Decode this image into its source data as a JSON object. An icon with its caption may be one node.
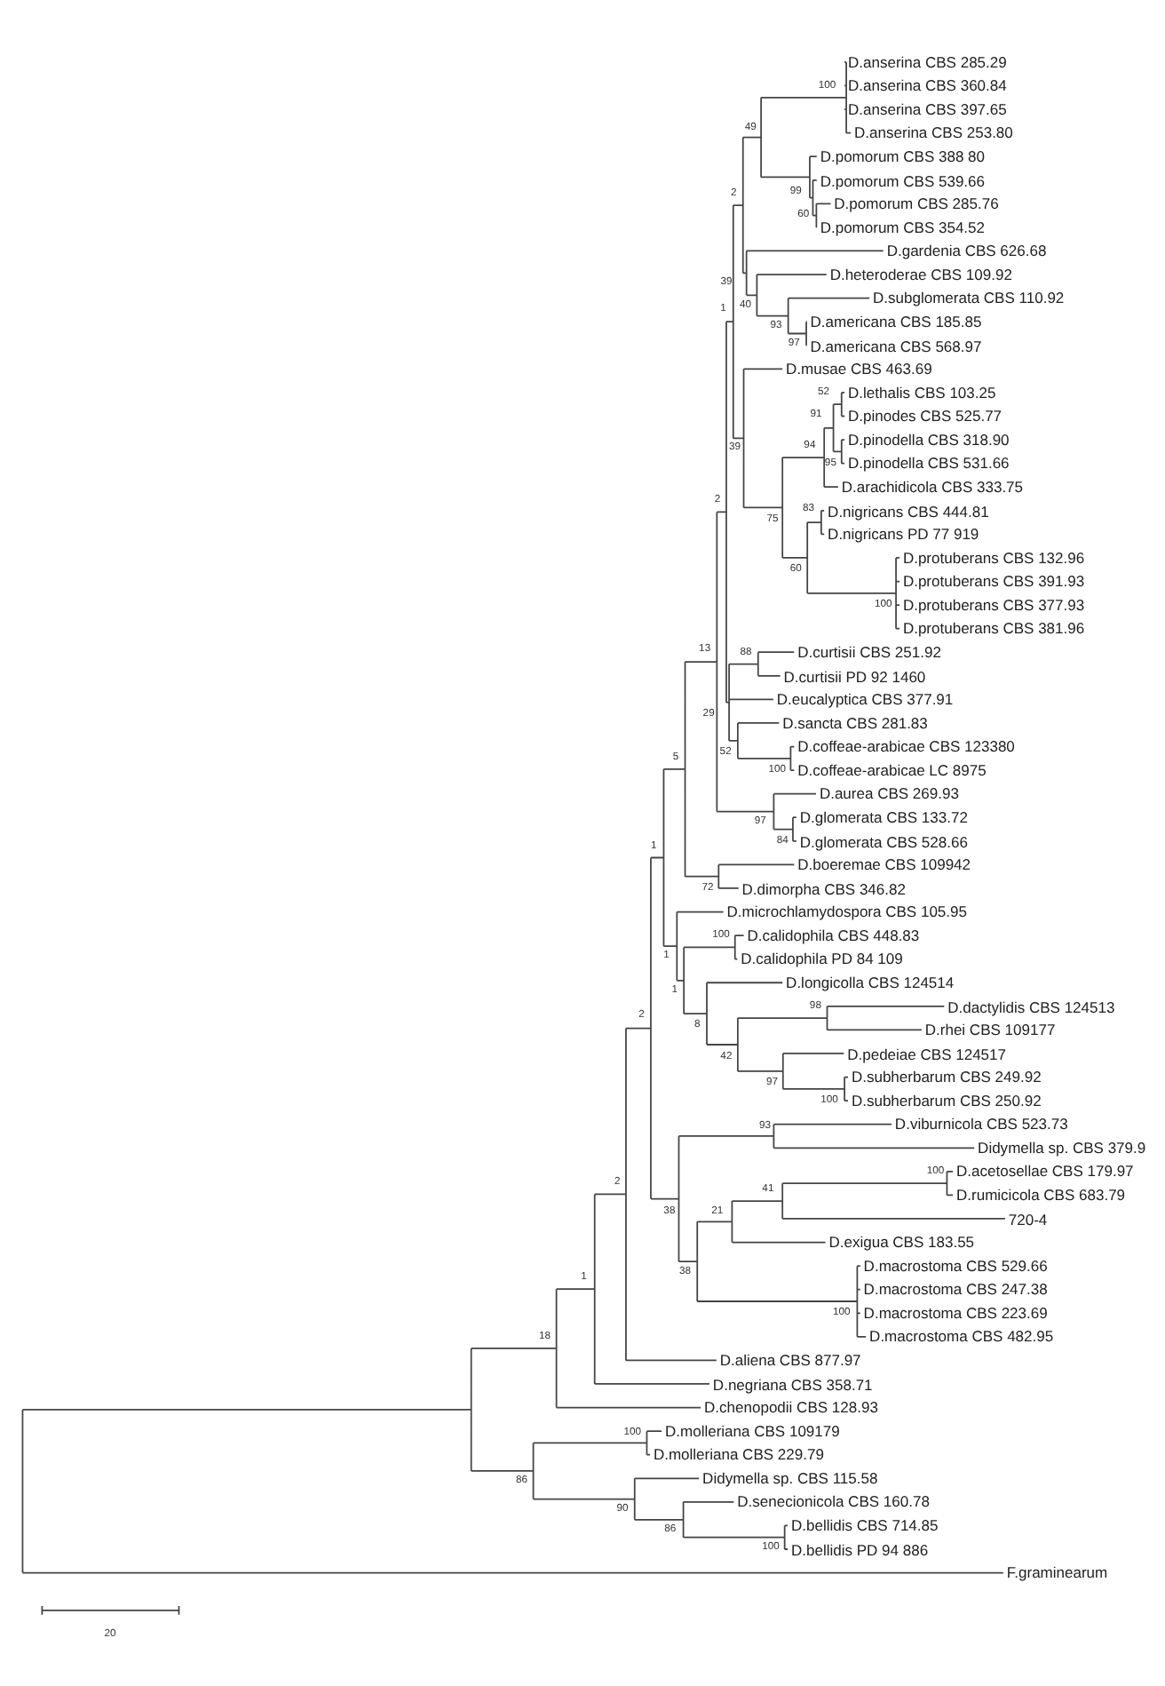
{
  "diagram": {
    "labels": [
      "D.anserina CBS 285.29",
      "D.anserina CBS 360.84",
      "D.anserina CBS 397.65",
      "D.anserina CBS 253.80",
      "D.pomorum CBS 388 80",
      "D.pomorum CBS 539.66",
      "D.pomorum CBS 285.76",
      "D.pomorum CBS 354.52",
      "D.gardenia CBS 626.68",
      "D.heteroderae CBS 109.92",
      "D.subglomerata CBS 110.92",
      "D.americana CBS 185.85",
      "D.americana CBS 568.97",
      "D.musae CBS 463.69",
      "D.lethalis CBS 103.25",
      "D.pinodes CBS 525.77",
      "D.pinodella CBS 318.90",
      "D.pinodella CBS 531.66",
      "D.arachidicola CBS 333.75",
      "D.nigricans CBS 444.81",
      "D.nigricans PD 77 919",
      "D.protuberans CBS 132.96",
      "D.protuberans CBS 391.93",
      "D.protuberans CBS 377.93",
      "D.protuberans CBS 381.96",
      "D.curtisii CBS 251.92",
      "D.curtisii PD 92 1460",
      "D.eucalyptica CBS 377.91",
      "D.sancta CBS 281.83",
      "D.coffeae-arabicae CBS 123380",
      "D.coffeae-arabicae LC 8975",
      "D.aurea CBS 269.93",
      "D.glomerata CBS 133.72",
      "D.glomerata CBS 528.66",
      "D.boeremae CBS 109942",
      "D.dimorpha CBS 346.82",
      "D.microchlamydospora CBS 105.95",
      "D.calidophila CBS 448.83",
      "D.calidophila PD 84 109",
      "D.longicolla CBS 124514",
      "D.dactylidis CBS 124513",
      "D.rhei CBS 109177",
      "D.pedeiae CBS 124517",
      "D.subherbarum CBS 249.92",
      "D.subherbarum CBS 250.92",
      "D.viburnicola CBS 523.73",
      "Didymella sp. CBS 379.9",
      "D.acetosellae CBS 179.97",
      "D.rumicicola CBS 683.79",
      "720-4",
      "D.exigua CBS 183.55",
      "D.macrostoma CBS 529.66",
      "D.macrostoma CBS 247.38",
      "D.macrostoma CBS 223.69",
      "D.macrostoma CBS 482.95",
      "D.aliena CBS 877.97",
      "D.negriana CBS 358.71",
      "D.chenopodii CBS 128.93",
      "D.molleriana CBS 109179",
      "D.molleriana CBS 229.79",
      "Didymella sp. CBS 115.58",
      "D.senecionicola CBS 160.78",
      "D.bellidis CBS 714.85",
      "D.bellidis PD 94 886",
      "F.graminearum",
      "100",
      "49",
      "99",
      "2",
      "60",
      "39",
      "40",
      "1",
      "93",
      "97",
      "52",
      "91",
      "94",
      "39",
      "95",
      "2",
      "83",
      "75",
      "60",
      "100",
      "13",
      "88",
      "29",
      "52",
      "5",
      "100",
      "97",
      "84",
      "1",
      "72",
      "100",
      "1",
      "1",
      "98",
      "2",
      "8",
      "42",
      "97",
      "100",
      "93",
      "100",
      "2",
      "41",
      "38",
      "21",
      "38",
      "1",
      "100",
      "18",
      "100",
      "86",
      "90",
      "86",
      "100",
      "20"
    ]
  }
}
